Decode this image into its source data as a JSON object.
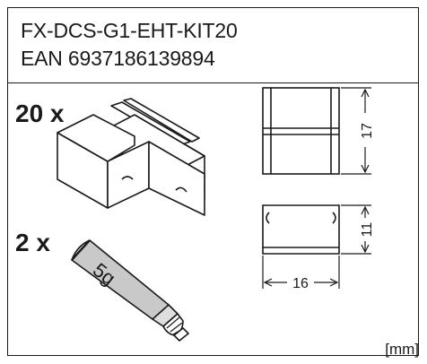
{
  "header": {
    "product_code": "FX-DCS-G1-EHT-KIT20",
    "ean": "EAN 6937186139894"
  },
  "contents": {
    "connector": {
      "quantity": "20 x",
      "icon": "clip-connector-icon"
    },
    "adhesive": {
      "quantity": "2 x",
      "tube_label": "5g",
      "icon": "glue-tube-icon"
    }
  },
  "dimensions": {
    "height_top": "17",
    "height_bottom": "11",
    "width": "16",
    "unit": "[mm]"
  }
}
